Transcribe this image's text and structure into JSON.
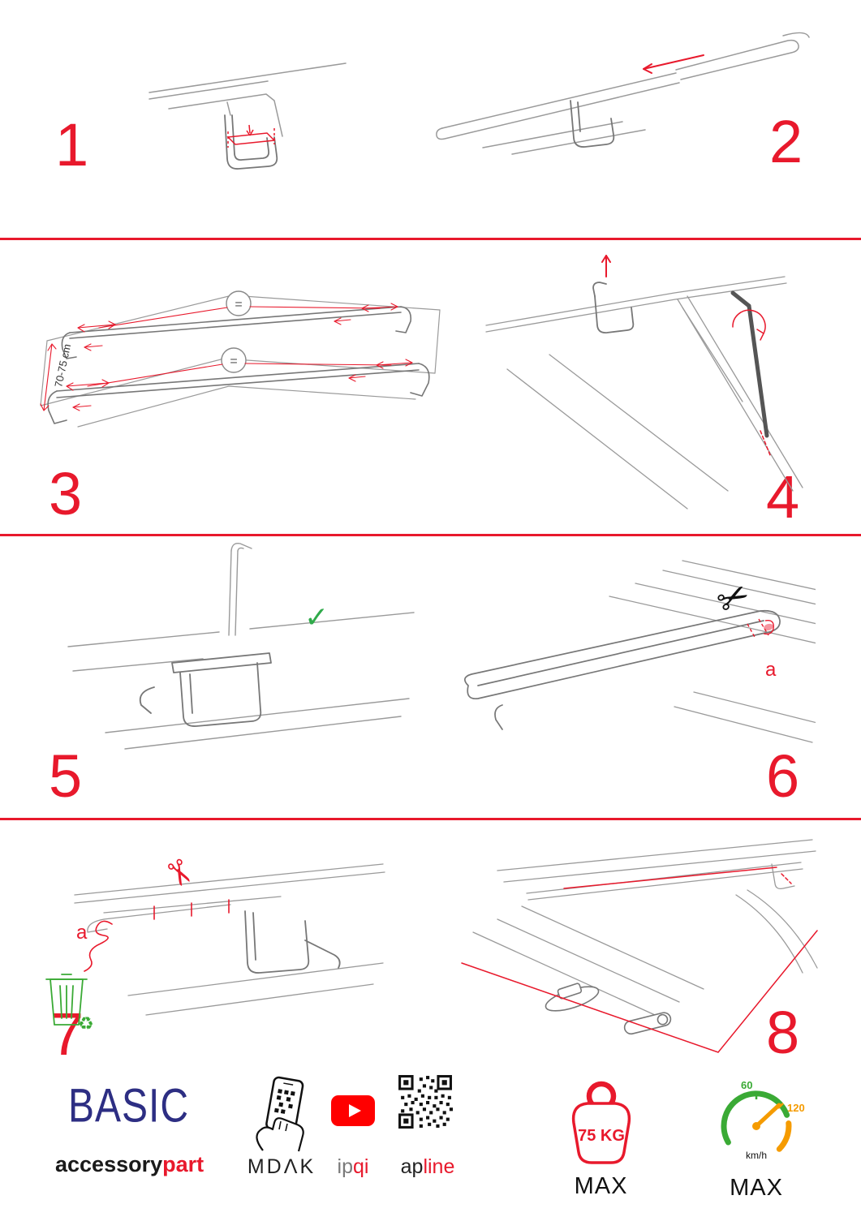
{
  "colors": {
    "accent_red": "#e8192c",
    "brand_blue": "#2d2e83",
    "line_gray": "#9a9a9a",
    "green": "#3aaa35",
    "orange": "#f59b00",
    "youtube_red": "#ff0000"
  },
  "steps": [
    {
      "number": "1"
    },
    {
      "number": "2"
    },
    {
      "number": "3",
      "distance_label": "70-75 cm",
      "equal_symbol": "="
    },
    {
      "number": "4"
    },
    {
      "number": "5"
    },
    {
      "number": "6",
      "part_label": "a"
    },
    {
      "number": "7",
      "part_label": "a"
    },
    {
      "number": "8"
    }
  ],
  "icons": {
    "scissors": "✂",
    "recycle": "♻",
    "check": "✓"
  },
  "footer": {
    "brand_title": "BASIC",
    "brand_sub_black": "accessory",
    "brand_sub_red": "part",
    "logo_mdak": "MDΛK",
    "logo_ipqi_gray": "ip",
    "logo_ipqi_red": "qi",
    "logo_apline_black": "ap",
    "logo_apline_red": "line",
    "weight_value": "75 KG",
    "weight_max_label": "MAX",
    "speed_tick_low": "60",
    "speed_tick_high": "120",
    "speed_unit": "km/h",
    "speed_max_label": "MAX"
  }
}
